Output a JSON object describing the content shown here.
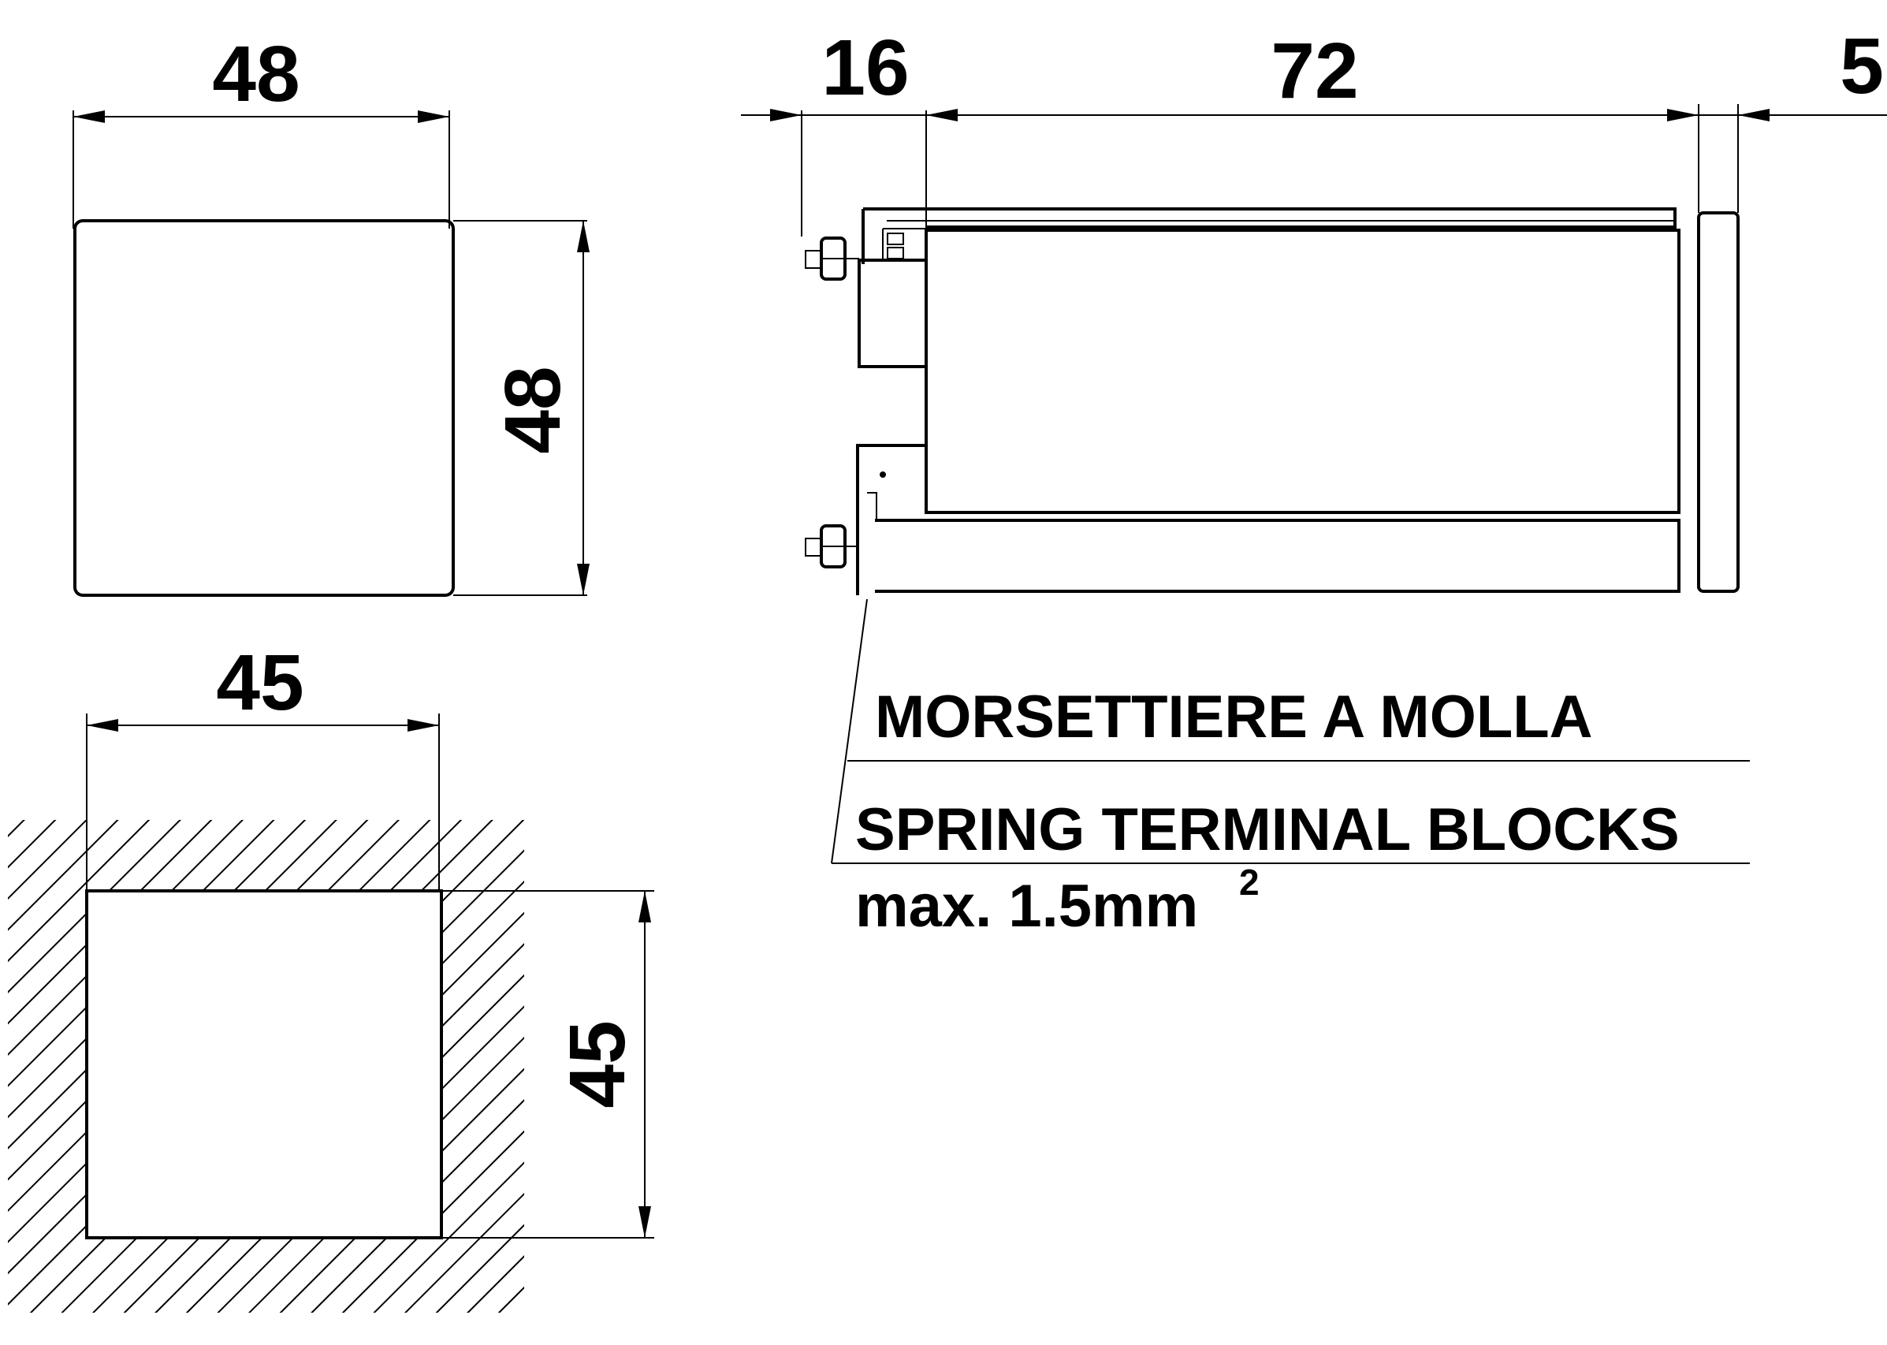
{
  "front_view": {
    "width_label": "48",
    "height_label": "48"
  },
  "panel_cutout": {
    "width_label": "45",
    "height_label": "45"
  },
  "side_view": {
    "depth_rear_label": "16",
    "depth_body_label": "72",
    "depth_front_label": "5"
  },
  "callout": {
    "label_it": "MORSETTIERE A MOLLA",
    "label_en": "SPRING TERMINAL BLOCKS",
    "label_max": "max. 1.5mm",
    "label_exp": "2"
  }
}
